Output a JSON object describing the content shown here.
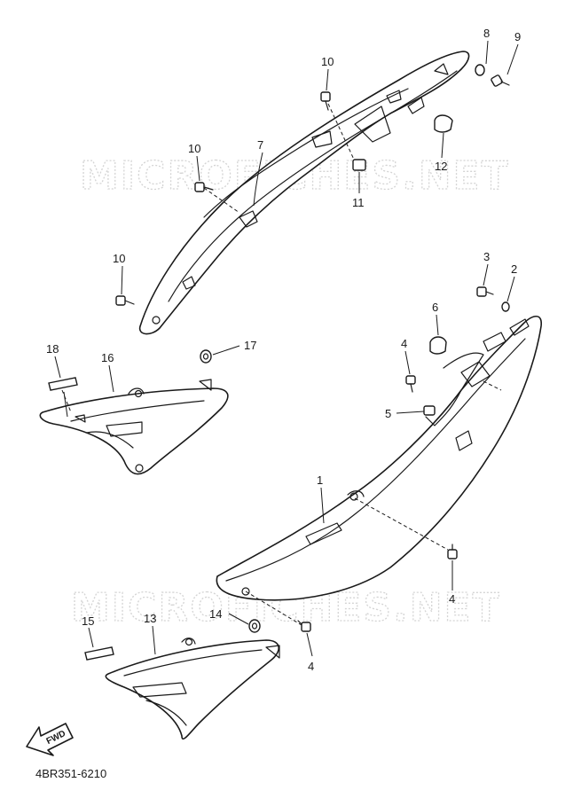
{
  "watermark": "MICROFICHES.NET",
  "footer_code": "4BR351-6210",
  "fwd_label": "FWD",
  "callouts": {
    "c1": "1",
    "c2": "2",
    "c3": "3",
    "c4a": "4",
    "c4b": "4",
    "c4c": "4",
    "c5": "5",
    "c6": "6",
    "c7": "7",
    "c8": "8",
    "c9": "9",
    "c10a": "10",
    "c10b": "10",
    "c10c": "10",
    "c11": "11",
    "c12": "12",
    "c13": "13",
    "c14": "14",
    "c15": "15",
    "c16": "16",
    "c17": "17",
    "c18": "18"
  }
}
